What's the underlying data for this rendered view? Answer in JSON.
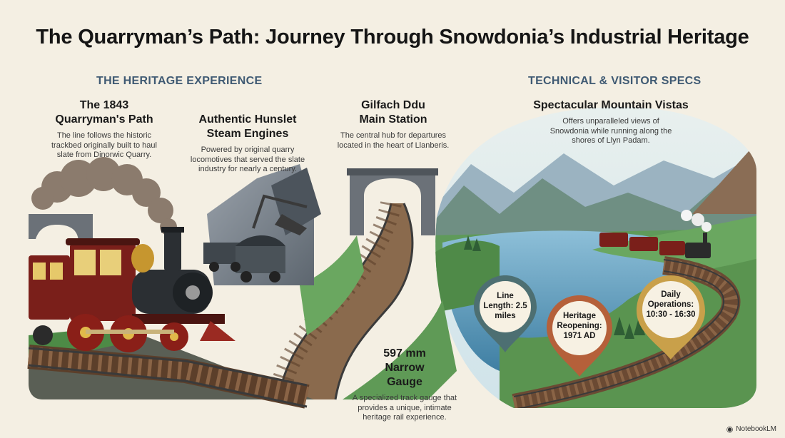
{
  "title": "The Quarryman’s Path: Journey Through Snowdonia’s Industrial Heritage",
  "sections": {
    "left": "THE HERITAGE EXPERIENCE",
    "right": "TECHNICAL & VISITOR SPECS"
  },
  "features": {
    "path": {
      "heading": "The 1843 Quarryman's Path",
      "body": "The line follows the historic trackbed originally built to haul slate from Dinorwic Quarry."
    },
    "engines": {
      "heading": "Authentic Hunslet Steam Engines",
      "body": "Powered by original quarry locomotives that served the slate industry for nearly a century."
    },
    "station": {
      "heading": "Gilfach Ddu Main Station",
      "body": "The central hub for departures located in the heart of Llanberis."
    },
    "gauge": {
      "heading": "597 mm Narrow Gauge",
      "body": "A specialized track gauge that provides a unique, intimate heritage rail experience."
    },
    "vistas": {
      "heading": "Spectacular Mountain Vistas",
      "body": "Offers unparalleled views of Snowdonia while running along the shores of Llyn Padam."
    }
  },
  "pins": {
    "length": "Line Length: 2.5 miles",
    "reopening": "Heritage Reopening: 1971 AD",
    "operations": "Daily Operations: 10:30 - 16:30"
  },
  "brand": "NotebookLM",
  "colors": {
    "background": "#f4efe3",
    "section_heading": "#3f5a73",
    "locomotive": "#7a1f1a",
    "lake": "#5e9bbd",
    "pin_teal": "#4d6f72",
    "pin_rust": "#b5603a",
    "pin_gold": "#c9a04a"
  },
  "icons": [
    "steam-locomotive-icon",
    "tunnel-arch-icon",
    "railway-track-icon",
    "location-pin-icon",
    "notebook-icon"
  ]
}
